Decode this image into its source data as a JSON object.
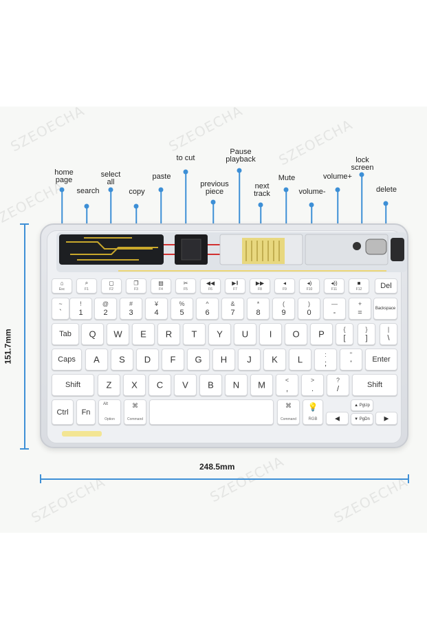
{
  "callouts": [
    {
      "id": "home",
      "label": "home\npage"
    },
    {
      "id": "search",
      "label": "search"
    },
    {
      "id": "selectall",
      "label": "select\nall"
    },
    {
      "id": "copy",
      "label": "copy"
    },
    {
      "id": "paste",
      "label": "paste"
    },
    {
      "id": "cut",
      "label": "to cut"
    },
    {
      "id": "prev",
      "label": "previous\npiece"
    },
    {
      "id": "pause",
      "label": "Pause\nplayback"
    },
    {
      "id": "next",
      "label": "next\ntrack"
    },
    {
      "id": "mute",
      "label": "Mute"
    },
    {
      "id": "voldown",
      "label": "volume-"
    },
    {
      "id": "volup",
      "label": "volume+"
    },
    {
      "id": "lock",
      "label": "lock\nscreen"
    },
    {
      "id": "delete",
      "label": "delete"
    }
  ],
  "dimensions": {
    "height": "151.7mm",
    "width": "248.5mm"
  },
  "watermark": "SZEOECHA",
  "keys": {
    "esc": "Esc",
    "f1": "F1",
    "f2": "F2",
    "f3": "F3",
    "f4": "F4",
    "f5": "F5",
    "f6": "F6",
    "f7": "F7",
    "f8": "F8",
    "f9": "F9",
    "f10": "F10",
    "f11": "F11",
    "f12": "F12",
    "del": "Del",
    "tilde_top": "~",
    "tilde_bot": "`",
    "n1_top": "!",
    "n1": "1",
    "n2_top": "@",
    "n2": "2",
    "n3_top": "#",
    "n3": "3",
    "n4_top": "¥",
    "n4": "4",
    "n5_top": "%",
    "n5": "5",
    "n6_top": "^",
    "n6": "6",
    "n7_top": "&",
    "n7": "7",
    "n8_top": "*",
    "n8": "8",
    "n9_top": "(",
    "n9": "9",
    "n0_top": ")",
    "n0": "0",
    "minus_top": "—",
    "minus": "-",
    "eq_top": "+",
    "eq": "=",
    "backspace": "Backspace",
    "tab": "Tab",
    "q": "Q",
    "w": "W",
    "e": "E",
    "r": "R",
    "t": "T",
    "y": "Y",
    "u": "U",
    "i": "I",
    "o": "O",
    "p": "P",
    "lbr_top": "{",
    "lbr": "[",
    "rbr_top": "}",
    "rbr": "]",
    "bs_top": "|",
    "bs": "\\",
    "caps": "Caps",
    "a": "A",
    "s": "S",
    "d": "D",
    "f": "F",
    "g": "G",
    "h": "H",
    "j": "J",
    "k": "K",
    "l": "L",
    "semi_top": ":",
    "semi": ";",
    "quote_top": "\"",
    "quote": "'",
    "enter": "Enter",
    "shift": "Shift",
    "z": "Z",
    "x": "X",
    "c": "C",
    "v": "V",
    "b": "B",
    "n": "N",
    "m": "M",
    "comma_top": "<",
    "comma": ",",
    "period_top": ">",
    "period": ".",
    "slash_top": "?",
    "slash": "/",
    "ctrl": "Ctrl",
    "fn": "Fn",
    "alt": "Alt",
    "option": "Option",
    "cmd_sym": "⌘",
    "command": "Command",
    "rgb": "RGB",
    "pgup": "PgUp",
    "pgdn": "PgDn",
    "left": "◀",
    "right": "▶",
    "up": "▲",
    "down": "▼"
  }
}
